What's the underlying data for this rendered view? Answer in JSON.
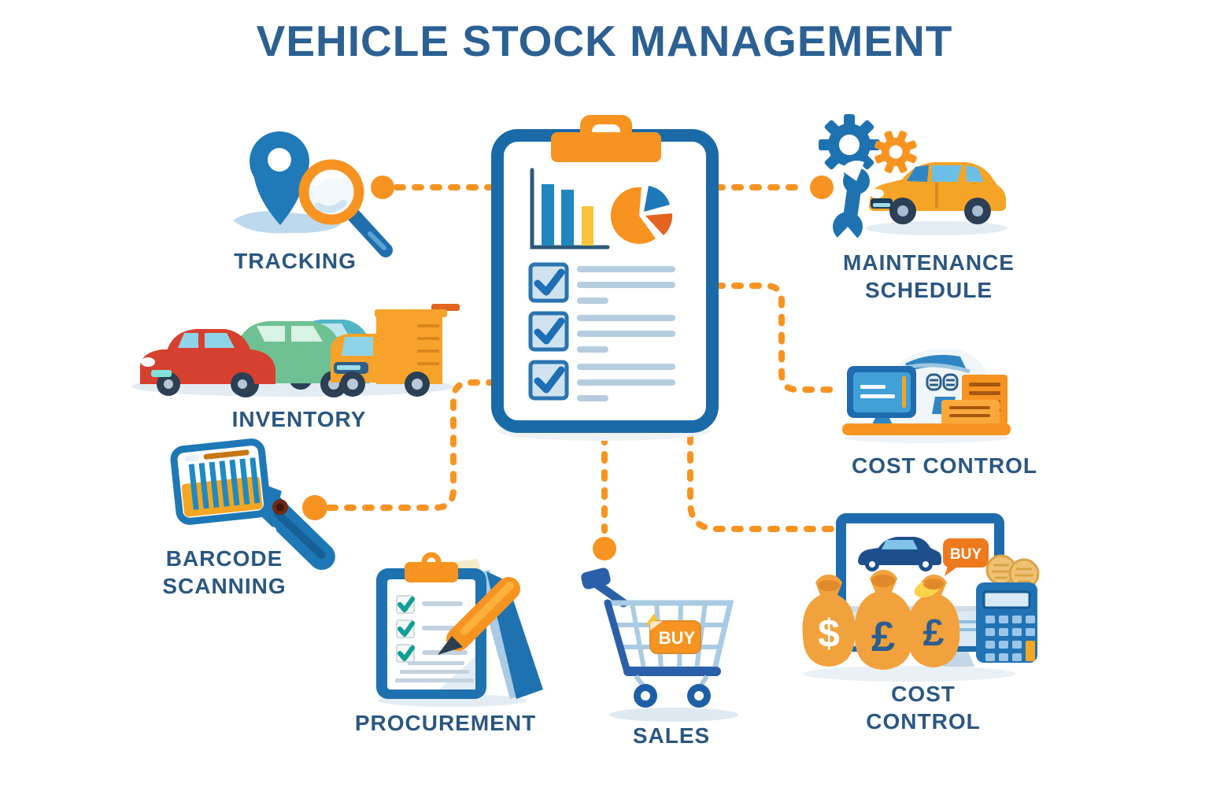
{
  "title": "VEHICLE STOCK MANAGEMENT",
  "nodes": {
    "tracking": {
      "label": "TRACKING"
    },
    "inventory": {
      "label": "INVENTORY"
    },
    "barcode_scanning": {
      "label": "BARCODE SCANNING"
    },
    "procurement": {
      "label": "PROCUREMENT"
    },
    "sales": {
      "label": "SALES"
    },
    "maintenance_schedule": {
      "label": "MAINTENANCE SCHEDULE"
    },
    "cost_control_mid": {
      "label": "COST CONTROL"
    },
    "cost_control_bottom": {
      "label": "COST CONTROL"
    }
  },
  "center": {
    "name": "vehicle stock checklist clipboard with bar chart, pie chart and checklist"
  },
  "connections": [
    {
      "from": "tracking",
      "to": "clipboard"
    },
    {
      "from": "clipboard",
      "to": "maintenance_schedule"
    },
    {
      "from": "clipboard",
      "to": "cost_control_mid"
    },
    {
      "from": "barcode_scanning",
      "to": "clipboard"
    },
    {
      "from": "clipboard",
      "to": "sales"
    },
    {
      "from": "clipboard",
      "to": "cost_control_bottom"
    }
  ],
  "tags": {
    "cart_buy": "BUY",
    "screen_buy": "BUY"
  },
  "money_bag_symbols": [
    "$",
    "£",
    "£"
  ],
  "colors": {
    "accent_orange": "#f79421",
    "deep_orange": "#e2641f",
    "yellow": "#f9c33c",
    "primary_blue": "#1e72b0",
    "title_blue": "#2c6093",
    "label_navy": "#2b5781",
    "light_blue": "#a9cbe3"
  }
}
